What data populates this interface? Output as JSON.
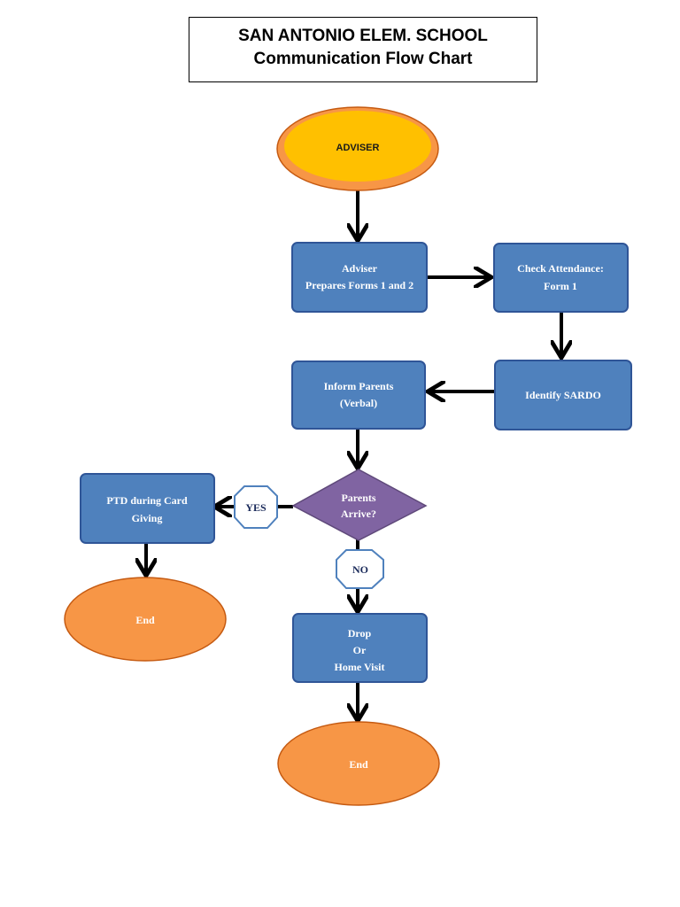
{
  "title": {
    "line1": "SAN ANTONIO ELEM. SCHOOL",
    "line2": "Communication Flow Chart"
  },
  "nodes": {
    "adviser": "ADVISER",
    "prepares": [
      "Adviser",
      "Prepares Forms 1 and 2"
    ],
    "check_attendance": [
      "Check Attendance:",
      "Form 1"
    ],
    "identify_sardo": "Identify SARDO",
    "inform_parents": [
      "Inform Parents",
      "(Verbal)"
    ],
    "parents_arrive": [
      "Parents",
      "Arrive?"
    ],
    "yes": "YES",
    "no": "NO",
    "ptd": [
      "PTD during Card",
      "Giving"
    ],
    "end_left": "End",
    "drop": [
      "Drop",
      "Or",
      "Home Visit"
    ],
    "end_bottom": "End"
  },
  "colors": {
    "box_fill": "#4f81bd",
    "box_stroke": "#2f5597",
    "adviser_fill": "#ffc000",
    "adviser_ring": "#f79646",
    "end_fill": "#f79646",
    "decision_fill": "#8064a2",
    "arrow": "#000000"
  }
}
